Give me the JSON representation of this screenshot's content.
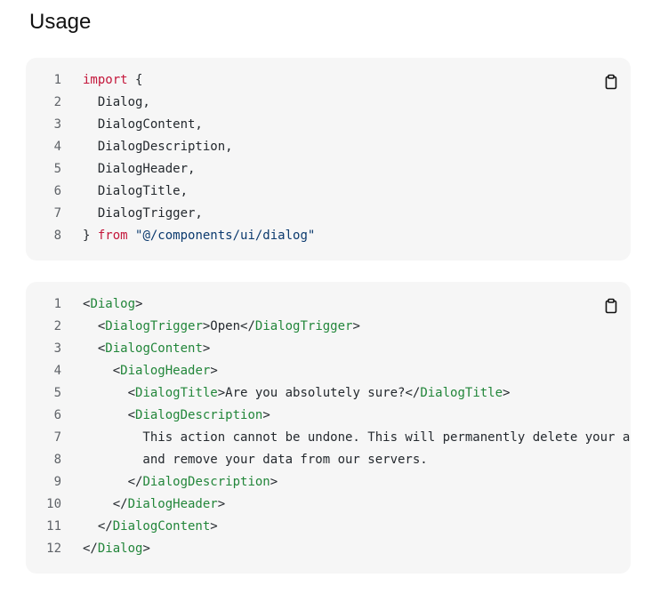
{
  "page": {
    "heading": "Usage"
  },
  "colors": {
    "block_background": "#f6f6f6",
    "keyword": "#c4173b",
    "string": "#0b3a6e",
    "component_tag": "#22863a",
    "plain_text": "#24292e",
    "line_number": "#5f6368"
  },
  "icons": {
    "copy": "clipboard-icon"
  },
  "code_blocks": [
    {
      "lines": [
        {
          "n": "1",
          "tokens": [
            {
              "t": "import",
              "c": "kw"
            },
            {
              "t": " {",
              "c": ""
            }
          ]
        },
        {
          "n": "2",
          "tokens": [
            {
              "t": "  Dialog,",
              "c": ""
            }
          ]
        },
        {
          "n": "3",
          "tokens": [
            {
              "t": "  DialogContent,",
              "c": ""
            }
          ]
        },
        {
          "n": "4",
          "tokens": [
            {
              "t": "  DialogDescription,",
              "c": ""
            }
          ]
        },
        {
          "n": "5",
          "tokens": [
            {
              "t": "  DialogHeader,",
              "c": ""
            }
          ]
        },
        {
          "n": "6",
          "tokens": [
            {
              "t": "  DialogTitle,",
              "c": ""
            }
          ]
        },
        {
          "n": "7",
          "tokens": [
            {
              "t": "  DialogTrigger,",
              "c": ""
            }
          ]
        },
        {
          "n": "8",
          "tokens": [
            {
              "t": "} ",
              "c": ""
            },
            {
              "t": "from",
              "c": "kw"
            },
            {
              "t": " ",
              "c": ""
            },
            {
              "t": "\"@/components/ui/dialog\"",
              "c": "str"
            }
          ]
        }
      ]
    },
    {
      "lines": [
        {
          "n": "1",
          "tokens": [
            {
              "t": "<",
              "c": ""
            },
            {
              "t": "Dialog",
              "c": "tag"
            },
            {
              "t": ">",
              "c": ""
            }
          ]
        },
        {
          "n": "2",
          "tokens": [
            {
              "t": "  <",
              "c": ""
            },
            {
              "t": "DialogTrigger",
              "c": "tag"
            },
            {
              "t": ">Open</",
              "c": ""
            },
            {
              "t": "DialogTrigger",
              "c": "tag"
            },
            {
              "t": ">",
              "c": ""
            }
          ]
        },
        {
          "n": "3",
          "tokens": [
            {
              "t": "  <",
              "c": ""
            },
            {
              "t": "DialogContent",
              "c": "tag"
            },
            {
              "t": ">",
              "c": ""
            }
          ]
        },
        {
          "n": "4",
          "tokens": [
            {
              "t": "    <",
              "c": ""
            },
            {
              "t": "DialogHeader",
              "c": "tag"
            },
            {
              "t": ">",
              "c": ""
            }
          ]
        },
        {
          "n": "5",
          "tokens": [
            {
              "t": "      <",
              "c": ""
            },
            {
              "t": "DialogTitle",
              "c": "tag"
            },
            {
              "t": ">Are you absolutely sure?</",
              "c": ""
            },
            {
              "t": "DialogTitle",
              "c": "tag"
            },
            {
              "t": ">",
              "c": ""
            }
          ]
        },
        {
          "n": "6",
          "tokens": [
            {
              "t": "      <",
              "c": ""
            },
            {
              "t": "DialogDescription",
              "c": "tag"
            },
            {
              "t": ">",
              "c": ""
            }
          ]
        },
        {
          "n": "7",
          "tokens": [
            {
              "t": "        This action cannot be undone. This will permanently delete your a",
              "c": ""
            }
          ]
        },
        {
          "n": "8",
          "tokens": [
            {
              "t": "        and remove your data from our servers.",
              "c": ""
            }
          ]
        },
        {
          "n": "9",
          "tokens": [
            {
              "t": "      </",
              "c": ""
            },
            {
              "t": "DialogDescription",
              "c": "tag"
            },
            {
              "t": ">",
              "c": ""
            }
          ]
        },
        {
          "n": "10",
          "tokens": [
            {
              "t": "    </",
              "c": ""
            },
            {
              "t": "DialogHeader",
              "c": "tag"
            },
            {
              "t": ">",
              "c": ""
            }
          ]
        },
        {
          "n": "11",
          "tokens": [
            {
              "t": "  </",
              "c": ""
            },
            {
              "t": "DialogContent",
              "c": "tag"
            },
            {
              "t": ">",
              "c": ""
            }
          ]
        },
        {
          "n": "12",
          "tokens": [
            {
              "t": "</",
              "c": ""
            },
            {
              "t": "Dialog",
              "c": "tag"
            },
            {
              "t": ">",
              "c": ""
            }
          ]
        }
      ]
    }
  ]
}
